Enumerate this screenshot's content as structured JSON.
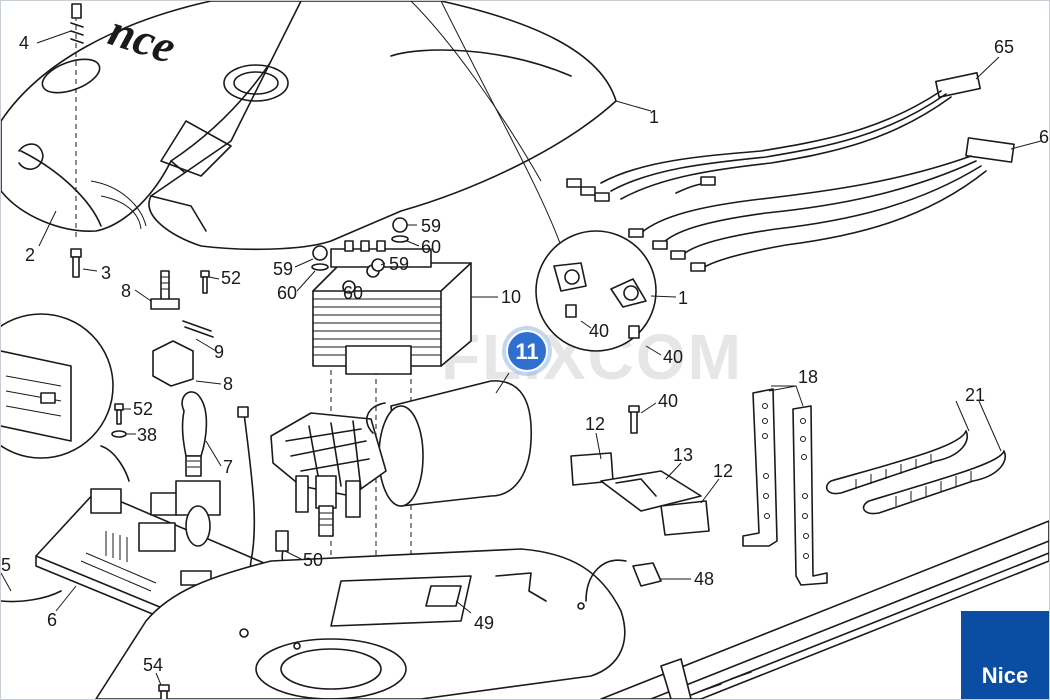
{
  "diagram": {
    "cover_text": "nce",
    "watermark": "FLIXCOM",
    "hotspot": "11",
    "brand": "Nice",
    "labels": {
      "l4": "4",
      "l65": "65",
      "l1a": "1",
      "l6r": "6",
      "l2": "2",
      "l3": "3",
      "l59a": "59",
      "l60a": "60",
      "l59b": "59",
      "l60b": "60",
      "l59c": "59",
      "l60c": "60",
      "l52a": "52",
      "l8a": "8",
      "l10": "10",
      "l1b": "1",
      "l40a": "40",
      "l40b": "40",
      "l9": "9",
      "l8b": "8",
      "l52b": "52",
      "l38": "38",
      "l7": "7",
      "l40c": "40",
      "l18": "18",
      "l21": "21",
      "l12a": "12",
      "l13": "13",
      "l12b": "12",
      "l48": "48",
      "l50": "50",
      "l49": "49",
      "l5": "5",
      "l6b": "6",
      "l54": "54"
    }
  }
}
